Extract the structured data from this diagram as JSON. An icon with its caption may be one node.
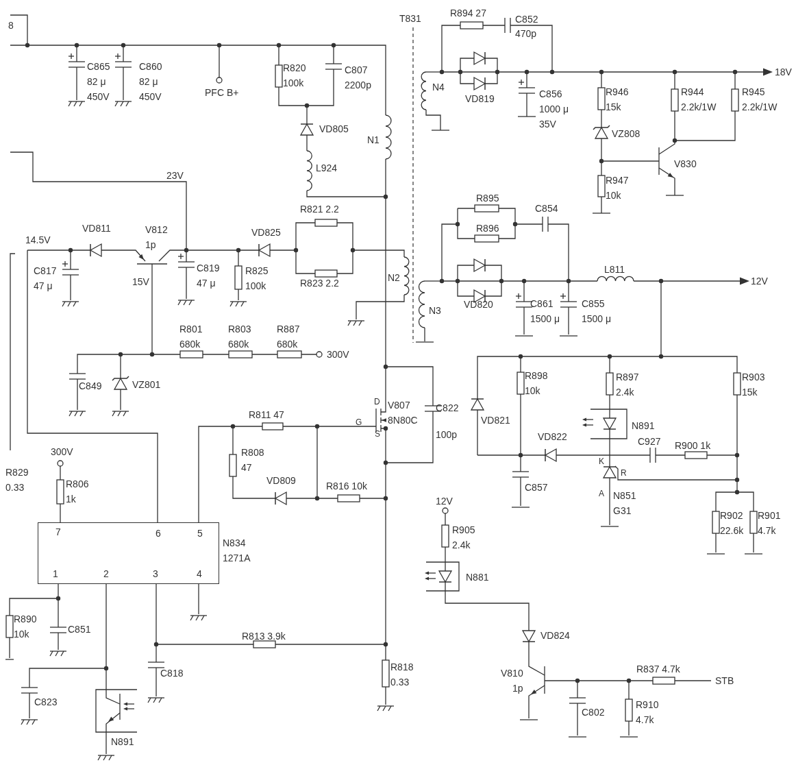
{
  "diagram": {
    "nodes": [
      {
        "text": [
          "7",
          "6",
          "5",
          "1",
          "2",
          "3",
          "4"
        ],
        "beside": [
          "N834",
          "1271A"
        ]
      }
    ],
    "labels": [
      "8",
      "T831",
      "R894 27",
      "C852",
      "470p",
      "C865",
      "82 μ",
      "450V",
      "C860",
      "82 μ",
      "450V",
      "PFC B+",
      "R820",
      "100k",
      "C807",
      "2200p",
      "18V",
      "N4",
      "VD819",
      "C856",
      "1000 μ",
      "35V",
      "R946",
      "15k",
      "R944",
      "2.2k/1W",
      "R945",
      "2.2k/1W",
      "VD805",
      "N1",
      "VZ808",
      "L924",
      "V830",
      "23V",
      "R947",
      "10k",
      "R895",
      "R821 2.2",
      "C854",
      "VD811",
      "V812",
      "VD825",
      "R896",
      "14.5V",
      "1p",
      "C817",
      "47 μ",
      "15V",
      "C819",
      "47 μ",
      "R825",
      "100k",
      "R823 2.2",
      "N2",
      "L811",
      "12V",
      "N3",
      "VD820",
      "C861",
      "1500 μ",
      "C855",
      "1500 μ",
      "R801",
      "680k",
      "R803",
      "680k",
      "R887",
      "680k",
      "300V",
      "C849",
      "VZ801",
      "R898",
      "10k",
      "R897",
      "2.4k",
      "R903",
      "15k",
      "D",
      "V807",
      "C822",
      "R811 47",
      "G",
      "8N80C",
      "VD821",
      "N891",
      "S",
      "100p",
      "VD822",
      "C927",
      "R900 1k",
      "300V",
      "R808",
      "K",
      "R829",
      "47",
      "R",
      "0.33",
      "R806",
      "VD809",
      "R816 10k",
      "C857",
      "A",
      "N851",
      "1k",
      "12V",
      "G31",
      "R902",
      "R901",
      "R905",
      "22.6k",
      "4.7k",
      "2.4k",
      "N881",
      "R890",
      "C851",
      "10k",
      "R813 3.9k",
      "VD824",
      "C818",
      "R818",
      "V810",
      "R837 4.7k",
      "0.33",
      "1p",
      "STB",
      "C823",
      "C802",
      "R910",
      "4.7k",
      "N891"
    ]
  }
}
